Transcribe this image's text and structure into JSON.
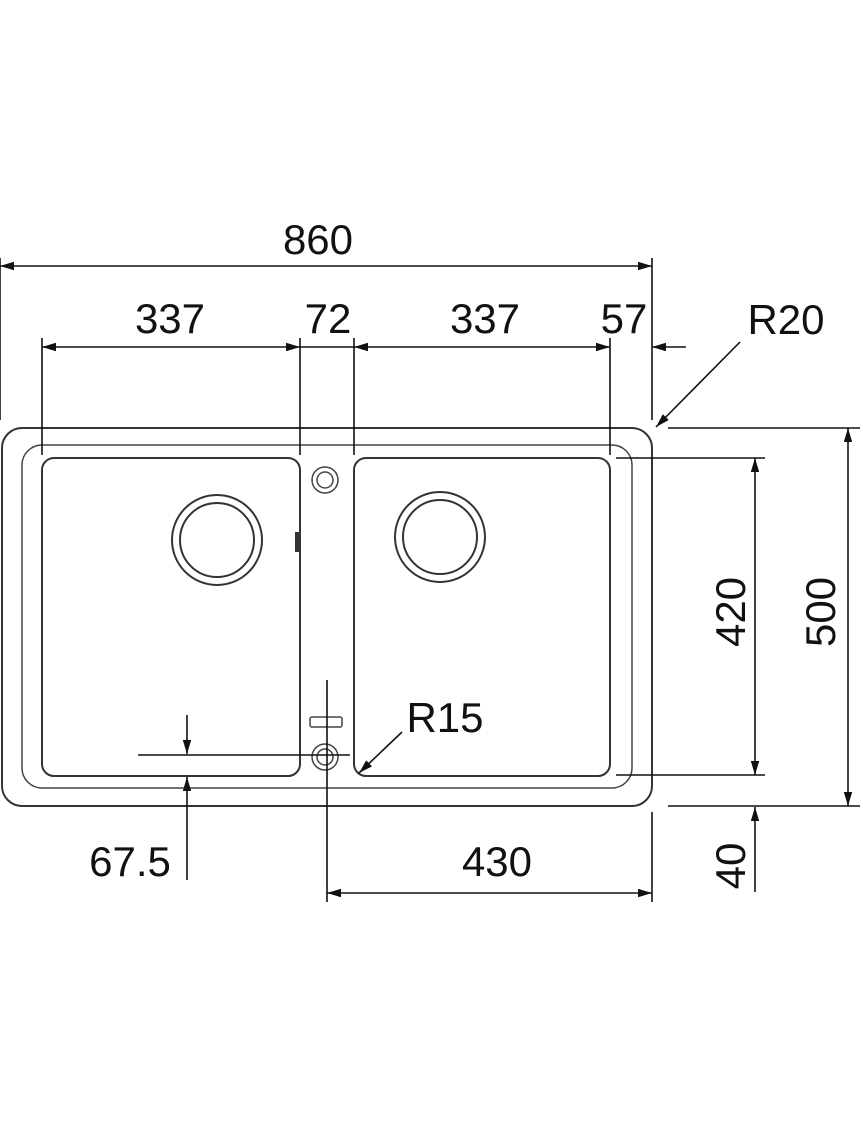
{
  "dimensions": {
    "overall_width": "860",
    "left_bowl_width": "337",
    "center_gap": "72",
    "right_bowl_width": "337",
    "right_margin": "57",
    "corner_radius_outer": "R20",
    "bowl_height": "420",
    "overall_depth": "500",
    "bottom_margin": "40",
    "drain_offset": "67.5",
    "half_width": "430",
    "corner_radius_bowl": "R15"
  },
  "colors": {
    "line": "#333333",
    "background": "#ffffff"
  }
}
